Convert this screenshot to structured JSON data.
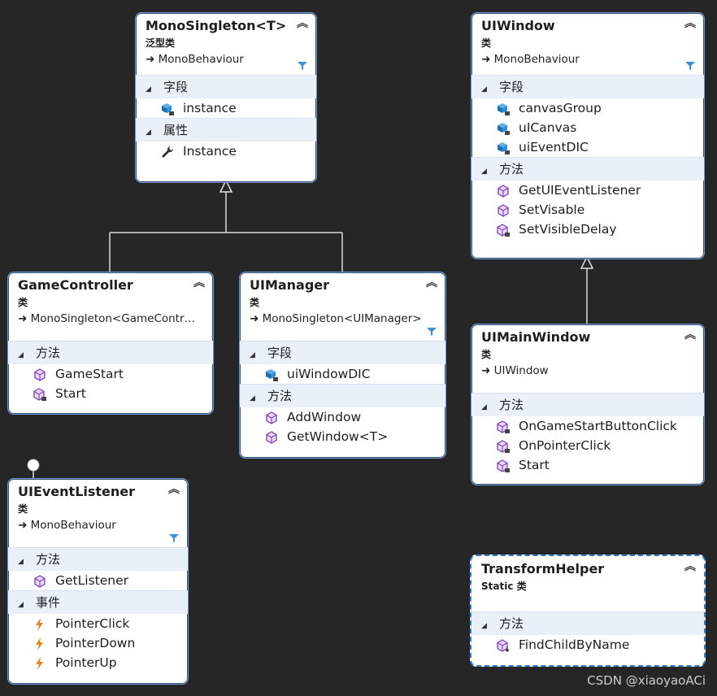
{
  "classes": {
    "monosingleton": {
      "name": "MonoSingleton<T>",
      "kind": "泛型类",
      "base": "MonoBehaviour",
      "sections": [
        {
          "title": "字段",
          "members": [
            "instance"
          ]
        },
        {
          "title": "属性",
          "members": [
            "Instance"
          ]
        }
      ]
    },
    "uiwindow": {
      "name": "UIWindow",
      "kind": "类",
      "base": "MonoBehaviour",
      "sections": [
        {
          "title": "字段",
          "members": [
            "canvasGroup",
            "uICanvas",
            "uiEventDIC"
          ]
        },
        {
          "title": "方法",
          "members": [
            "GetUIEventListener",
            "SetVisable",
            "SetVisibleDelay"
          ]
        }
      ]
    },
    "gamecontroller": {
      "name": "GameController",
      "kind": "类",
      "base": "MonoSingleton<GameContr…",
      "sections": [
        {
          "title": "方法",
          "members": [
            "GameStart",
            "Start"
          ]
        }
      ]
    },
    "uimanager": {
      "name": "UIManager",
      "kind": "类",
      "base": "MonoSingleton<UIManager>",
      "sections": [
        {
          "title": "字段",
          "members": [
            "uiWindowDIC"
          ]
        },
        {
          "title": "方法",
          "members": [
            "AddWindow",
            "GetWindow<T>"
          ]
        }
      ]
    },
    "uimainwindow": {
      "name": "UIMainWindow",
      "kind": "类",
      "base": "UIWindow",
      "sections": [
        {
          "title": "方法",
          "members": [
            "OnGameStartButtonClick",
            "OnPointerClick",
            "Start"
          ]
        }
      ]
    },
    "uieventlistener": {
      "name": "UIEventListener",
      "kind": "类",
      "base": "MonoBehaviour",
      "sections": [
        {
          "title": "方法",
          "members": [
            "GetListener"
          ]
        },
        {
          "title": "事件",
          "members": [
            "PointerClick",
            "PointerDown",
            "PointerUp"
          ]
        }
      ]
    },
    "transformhelper": {
      "name": "TransformHelper",
      "kind": "Static 类",
      "sections": [
        {
          "title": "方法",
          "members": [
            "FindChildByName"
          ]
        }
      ]
    }
  },
  "watermark": "CSDN @xiaoyaoACi"
}
